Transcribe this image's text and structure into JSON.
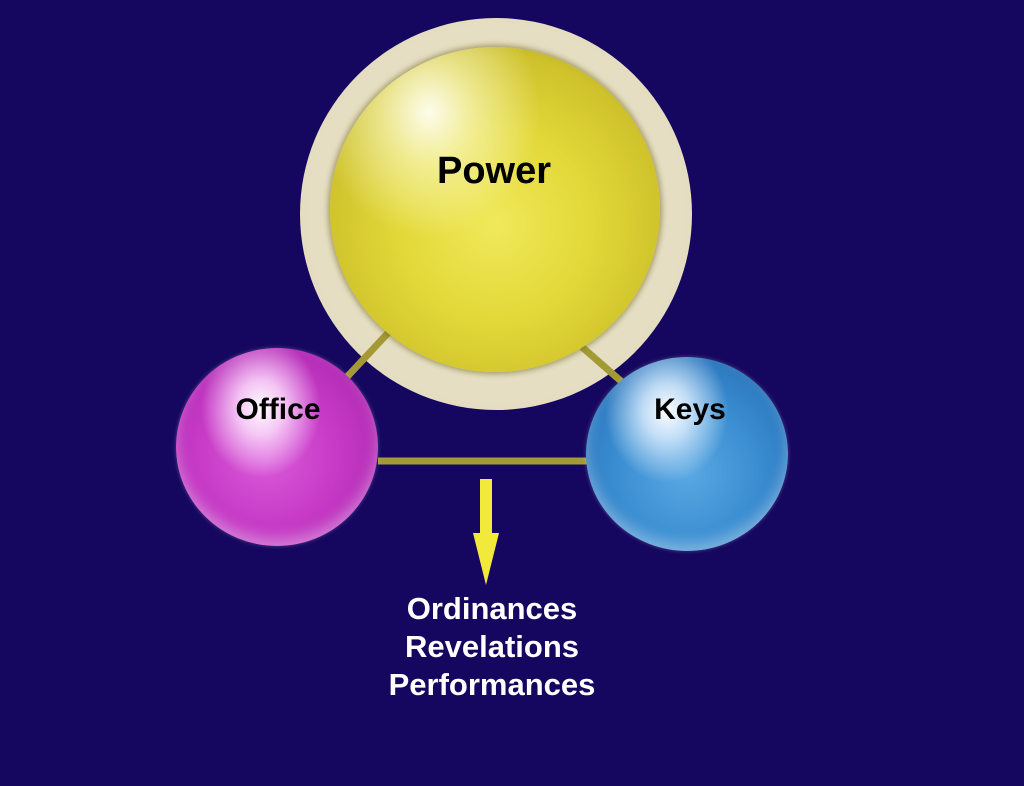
{
  "diagram": {
    "nodes": [
      {
        "id": "power",
        "label": "Power",
        "color": "#e2d838"
      },
      {
        "id": "office",
        "label": "Office",
        "color": "#c63ac6"
      },
      {
        "id": "keys",
        "label": "Keys",
        "color": "#3a8ed2"
      }
    ],
    "edges": [
      {
        "from": "power",
        "to": "office"
      },
      {
        "from": "power",
        "to": "keys"
      },
      {
        "from": "office",
        "to": "keys"
      }
    ],
    "results": [
      "Ordinances",
      "Revelations",
      "Performances"
    ],
    "colors": {
      "background": "#15065f",
      "connector": "#a39a36",
      "arrow": "#f2ea3a",
      "result_text": "#ffffff",
      "glow": "#f5eec8"
    }
  }
}
